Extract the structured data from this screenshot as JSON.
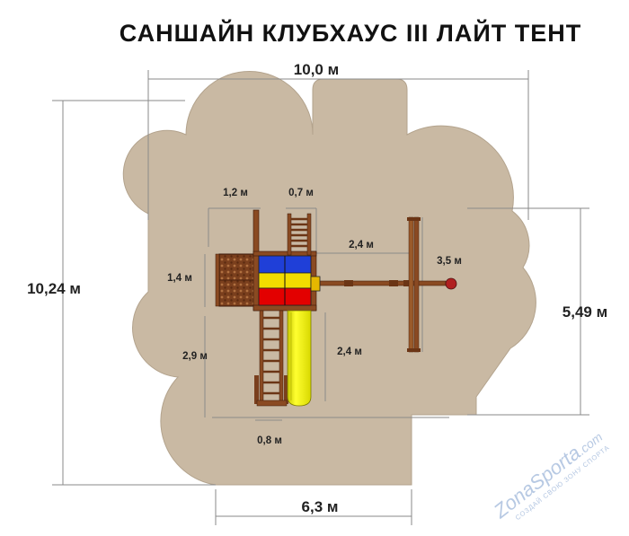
{
  "title": "САНШАЙН КЛУБХАУС III ЛАЙТ ТЕНТ",
  "dimensions": {
    "total_width": "10,0 м",
    "total_height": "10,24 м",
    "right_height": "5,49 м",
    "bottom_width": "6,3 м",
    "wall_width": "1,2 м",
    "ladder_width": "0,7 м",
    "wall_height": "1,4 м",
    "beam_length": "2,4 м",
    "swing_width": "3,5 м",
    "ladder_length": "2,9 м",
    "slide_length": "2,4 м",
    "bottom_ladder_width": "0,8 м"
  },
  "watermark": {
    "brand": "ZonaSporta",
    "domain": ".com",
    "slogan": "СОЗДАЙ СВОЮ ЗОНУ СПОРТА"
  },
  "colors": {
    "safety_zone": "#c9b9a3",
    "wood": "#8a4a22",
    "roof_blue": "#1f3fd8",
    "roof_yellow": "#f2dc00",
    "roof_red": "#e30000",
    "slide": "#eded00",
    "dimension_line": "#888888"
  }
}
